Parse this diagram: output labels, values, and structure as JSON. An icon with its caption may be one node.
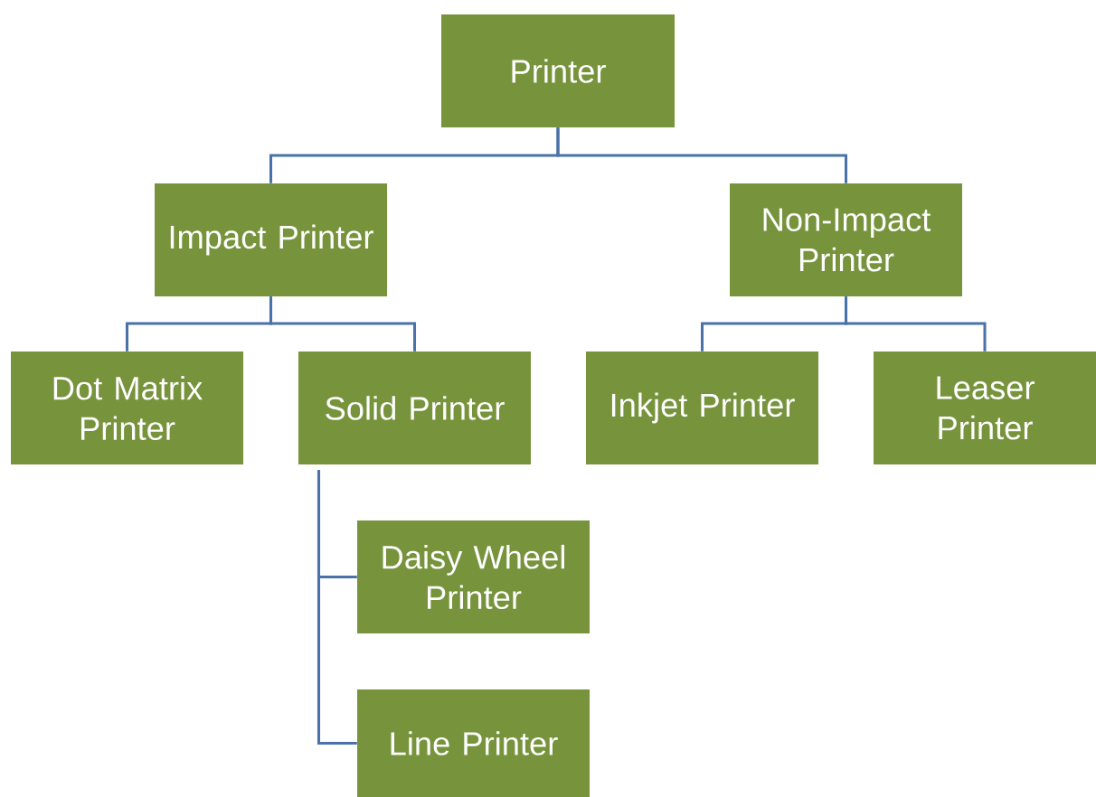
{
  "diagram": {
    "nodes": [
      {
        "text": [
          "Printer"
        ]
      },
      {
        "text": [
          "Impact Printer"
        ]
      },
      {
        "text": [
          "Non-Impact Printer"
        ]
      },
      {
        "text": [
          "Dot Matrix Printer"
        ]
      },
      {
        "text": [
          "Solid Printer"
        ]
      },
      {
        "text": [
          "Inkjet Printer"
        ]
      },
      {
        "text": [
          "Leaser Printer"
        ]
      },
      {
        "text": [
          "Daisy Wheel Printer"
        ]
      },
      {
        "text": [
          "Line Printer"
        ]
      }
    ],
    "edges": [
      {
        "from": 0,
        "to": 1,
        "arrow": "none"
      },
      {
        "from": 0,
        "to": 2,
        "arrow": "none"
      },
      {
        "from": 1,
        "to": 3,
        "arrow": "none"
      },
      {
        "from": 1,
        "to": 4,
        "arrow": "none"
      },
      {
        "from": 2,
        "to": 5,
        "arrow": "none"
      },
      {
        "from": 2,
        "to": 6,
        "arrow": "none"
      },
      {
        "from": 4,
        "to": 7,
        "arrow": "none"
      },
      {
        "from": 4,
        "to": 8,
        "arrow": "none"
      }
    ]
  }
}
